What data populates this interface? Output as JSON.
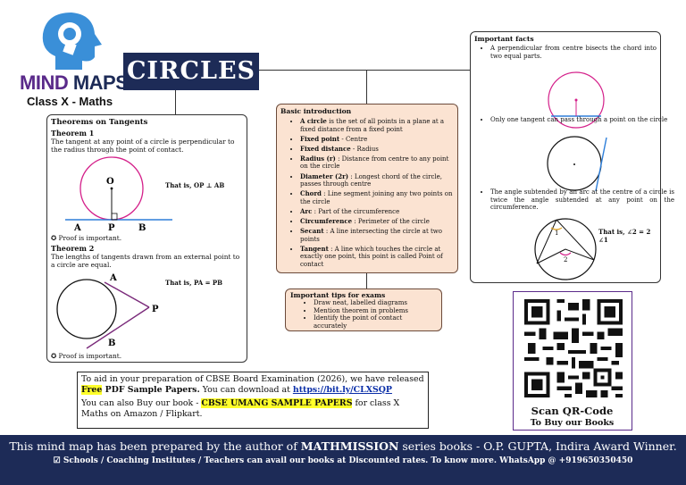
{
  "brand": {
    "word1": "MIND",
    "word2": "MAPS",
    "subtitle": "Class X - Maths"
  },
  "title": "CIRCLES",
  "tangents": {
    "heading": "Theorems on Tangents",
    "t1_title": "Theorem 1",
    "t1_text": "The tangent at any point of a circle is perpendicular to the radius through the point of contact.",
    "t1_label_o": "O",
    "t1_label_a": "A",
    "t1_label_p": "P",
    "t1_label_b": "B",
    "t1_note": "That is, OP ⊥ AB",
    "t1_proof": "✪ Proof is important.",
    "t2_title": "Theorem 2",
    "t2_text": "The lengths of tangents drawn from an external point to a circle are equal.",
    "t2_label_a": "A",
    "t2_label_p": "P",
    "t2_label_b": "B",
    "t2_note": "That is, PA = PB",
    "t2_proof": "✪ Proof is important."
  },
  "basic": {
    "heading": "Basic introduction",
    "items": [
      {
        "bold": "A circle",
        "rest": " is the set of all points in a plane at a fixed distance from a fixed point"
      },
      {
        "bold": "Fixed point",
        "rest": "   - Centre"
      },
      {
        "bold": "Fixed distance",
        "rest": "   - Radius"
      },
      {
        "bold": "Radius (r)",
        "rest": " : Distance from centre to any point on the circle"
      },
      {
        "bold": "Diameter (2r)",
        "rest": " : Longest chord of the circle, passes through centre"
      },
      {
        "bold": "Chord",
        "rest": " : Line segment joining any two points on the circle"
      },
      {
        "bold": "Arc",
        "rest": " : Part of the circumference"
      },
      {
        "bold": "Circumference",
        "rest": " : Perimeter of the circle"
      },
      {
        "bold": "Secant",
        "rest": " : A line intersecting the circle at two points"
      },
      {
        "bold": "Tangent",
        "rest": " : A line which touches the circle at exactly one point, this point is called Point of contact"
      }
    ]
  },
  "tips": {
    "heading": "Important tips for exams",
    "items": [
      "Draw neat, labelled diagrams",
      "Mention theorem in problems",
      "Identify the point of contact accurately"
    ]
  },
  "facts": {
    "heading": "Important facts",
    "f1": "A perpendicular from centre bisects the chord into two equal parts.",
    "f2": "Only one tangent can pass through a point on the circle",
    "f3": "The angle subtended by an arc at the centre of a circle is twice the angle subtended at any point on the circumference.",
    "f3_note": "That is, ∠2 = 2 ∠1",
    "f3_label_1": "1",
    "f3_label_2": "2"
  },
  "promo": {
    "line1_pre": "To aid in your preparation of CBSE Board Examination (2026), we have released ",
    "line1_free": "Free",
    "line1_mid": " PDF Sample Papers.",
    "line1_post": " You can download at ",
    "link": "https://bit.ly/CLXSQP",
    "line2_pre": "You can also Buy our book - ",
    "line2_book": "CBSE UMANG SAMPLE PAPERS",
    "line2_post": " for class X Maths on Amazon / Flipkart."
  },
  "qr": {
    "label": "Scan QR-Code",
    "sub": "To Buy our Books"
  },
  "footer": {
    "line1_pre": "This mind map has been prepared by the author of ",
    "line1_bold": "MATHMISSION",
    "line1_post": " series books - O.P. GUPTA, Indira Award Winner.",
    "line2": "☑ Schools / Coaching Institutes / Teachers can avail our books at Discounted rates. To know more. WhatsApp @ +919650350450"
  },
  "colors": {
    "navy": "#1d2b57",
    "peach": "#fbe3d2",
    "pink": "#d4208a",
    "blue": "#2e7fd9",
    "purple": "#5a2a8a"
  }
}
